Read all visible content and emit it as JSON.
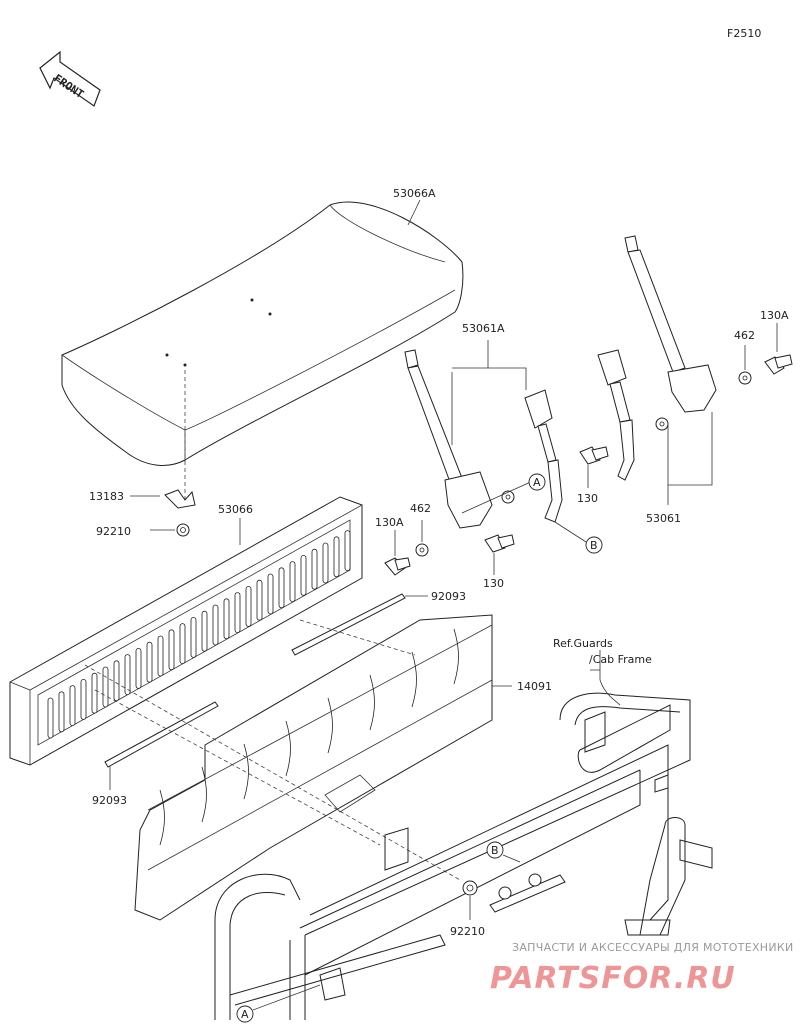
{
  "figure_code": "F2510",
  "direction_label": "FRONT",
  "parts": {
    "seat_cushion": "53066A",
    "seat_back": "53066",
    "clip": "13183",
    "nut_top": "92210",
    "nut_bottom": "92210",
    "seal_upper": "92093",
    "seal_lower": "92093",
    "cover": "14091",
    "belt_assy_left": "53061A",
    "belt_assy_right": "53061",
    "washer_left": "462",
    "washer_right": "462",
    "bolt_left": "130A",
    "bolt_right": "130A",
    "bolt_mid": "130",
    "bolt_right_small": "130"
  },
  "ref_note_line1": "Ref.Guards",
  "ref_note_line2": "/Cab Frame",
  "callouts": {
    "a_top": "A",
    "b_top": "B",
    "b_bottom": "B",
    "a_bottom": "A"
  },
  "watermark": {
    "tagline": "ЗАПЧАСТИ И АКСЕССУАРЫ ДЛЯ МОТОТЕХНИКИ",
    "brand": "PARTSFOR.RU"
  }
}
